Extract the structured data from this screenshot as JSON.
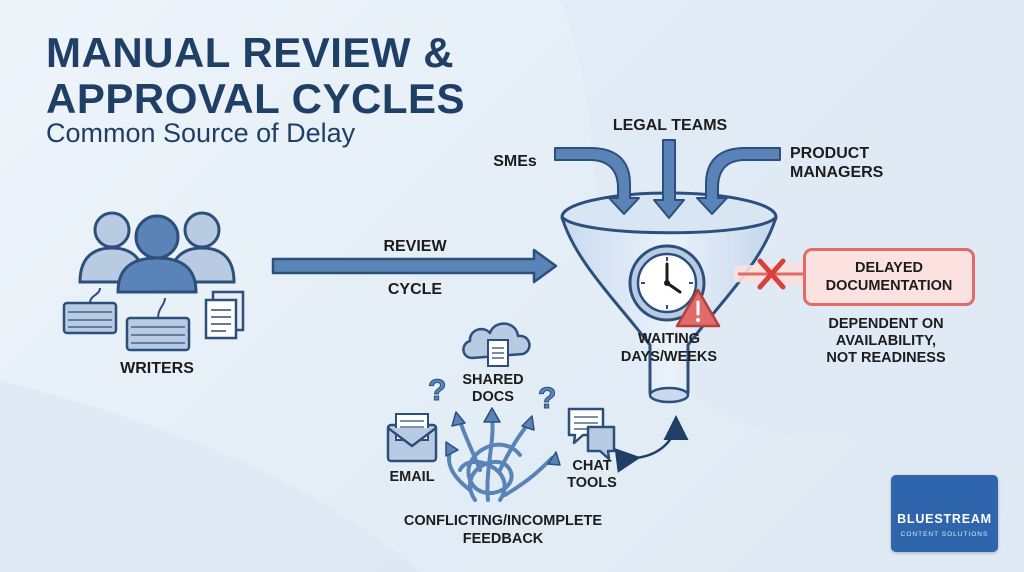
{
  "title_line1": "MANUAL REVIEW &",
  "title_line2": "APPROVAL CYCLES",
  "subtitle": "Common Source of Delay",
  "writers_label": "WRITERS",
  "review_label": "REVIEW",
  "cycle_label": "CYCLE",
  "inputs": {
    "smes": "SMEs",
    "legal": "LEGAL TEAMS",
    "product_line1": "PRODUCT",
    "product_line2": "MANAGERS"
  },
  "waiting_line1": "WAITING",
  "waiting_line2": "DAYS/WEEKS",
  "delayed": {
    "line1": "DELAYED",
    "line2": "DOCUMENTATION",
    "note_line1": "DEPENDENT ON",
    "note_line2": "AVAILABILITY,",
    "note_line3": "NOT READINESS"
  },
  "feedback": {
    "shared_line1": "SHARED",
    "shared_line2": "DOCS",
    "email": "EMAIL",
    "chat_line1": "CHAT",
    "chat_line2": "TOOLS",
    "conflict_line1": "CONFLICTING/INCOMPLETE",
    "conflict_line2": "FEEDBACK"
  },
  "logo": {
    "name": "BLUESTREAM",
    "sub": "CONTENT SOLUTIONS"
  },
  "colors": {
    "navy": "#1f3f66",
    "arrow_blue": "#5a83b8",
    "icon_fill": "#b9cbe3",
    "alert_red": "#e06b68",
    "logo_blue": "#2f65ad"
  }
}
